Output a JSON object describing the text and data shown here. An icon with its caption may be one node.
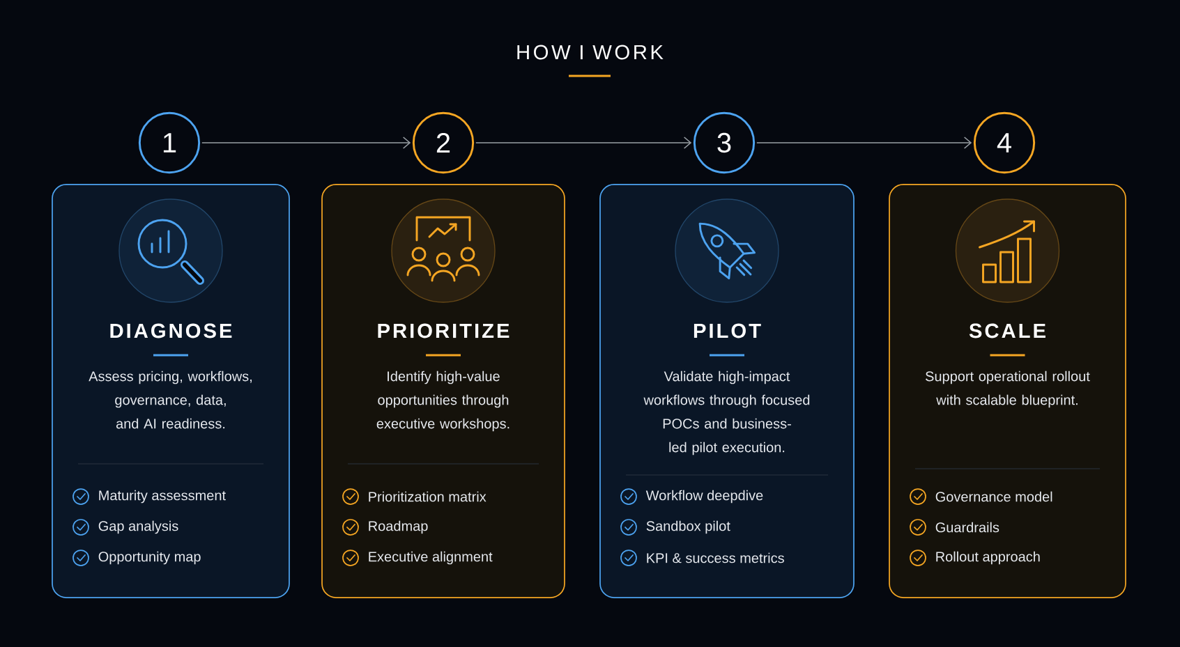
{
  "diagram": {
    "title": "HOW I WORK",
    "nodes": [
      {
        "text": [
          "1"
        ]
      },
      {
        "text": [
          "2"
        ]
      },
      {
        "text": [
          "3"
        ]
      },
      {
        "text": [
          "4"
        ]
      },
      {
        "text": [
          "DIAGNOSE",
          "Assess pricing, workflows, governance, data, and AI readiness.",
          "Maturity assessment",
          "Gap analysis",
          "Opportunity map"
        ]
      },
      {
        "text": [
          "PRIORITIZE",
          "Identify high-value opportunities through executive workshops.",
          "Prioritization matrix",
          "Roadmap",
          "Executive alignment"
        ]
      },
      {
        "text": [
          "PILOT",
          "Validate high-impact workflows through focused POCs and business-led pilot execution.",
          "Workflow deepdive",
          "Sandbox pilot",
          "KPI & success metrics"
        ]
      },
      {
        "text": [
          "SCALE",
          "Support operational rollout with scalable blueprint.",
          "Governance model",
          "Guardrails",
          "Rollout approach"
        ]
      }
    ],
    "edges": [
      {
        "from": 0,
        "to": 1,
        "arrow": "to"
      },
      {
        "from": 1,
        "to": 2,
        "arrow": "to"
      },
      {
        "from": 2,
        "to": 3,
        "arrow": "to"
      }
    ]
  }
}
